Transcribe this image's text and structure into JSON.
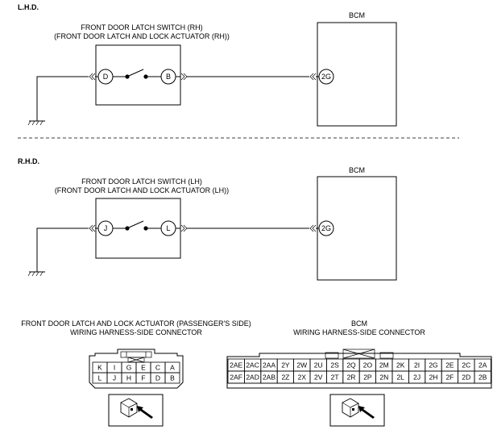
{
  "lhd": {
    "section_label": "L.H.D.",
    "switch_label_1": "FRONT DOOR LATCH SWITCH (RH)",
    "switch_label_2": "(FRONT DOOR LATCH AND LOCK ACTUATOR (RH))",
    "pin_left": "D",
    "pin_right": "B",
    "bcm_label": "BCM",
    "bcm_pin": "2G"
  },
  "rhd": {
    "section_label": "R.H.D.",
    "switch_label_1": "FRONT DOOR LATCH SWITCH (LH)",
    "switch_label_2": "(FRONT DOOR LATCH AND LOCK ACTUATOR (LH))",
    "pin_left": "J",
    "pin_right": "L",
    "bcm_label": "BCM",
    "bcm_pin": "2G"
  },
  "connector_left": {
    "title_1": "FRONT DOOR LATCH AND LOCK ACTUATOR (PASSENGER'S SIDE)",
    "title_2": "WIRING HARNESS-SIDE CONNECTOR",
    "rows": [
      [
        "K",
        "I",
        "G",
        "E",
        "C",
        "A"
      ],
      [
        "L",
        "J",
        "H",
        "F",
        "D",
        "B"
      ]
    ]
  },
  "connector_right": {
    "title_1": "BCM",
    "title_2": "WIRING HARNESS-SIDE CONNECTOR",
    "rows": [
      [
        "2AE",
        "2AC",
        "2AA",
        "2Y",
        "2W",
        "2U",
        "2S",
        "2Q",
        "2O",
        "2M",
        "2K",
        "2I",
        "2G",
        "2E",
        "2C",
        "2A"
      ],
      [
        "2AF",
        "2AD",
        "2AB",
        "2Z",
        "2X",
        "2V",
        "2T",
        "2R",
        "2P",
        "2N",
        "2L",
        "2J",
        "2H",
        "2F",
        "2D",
        "2B"
      ]
    ]
  }
}
